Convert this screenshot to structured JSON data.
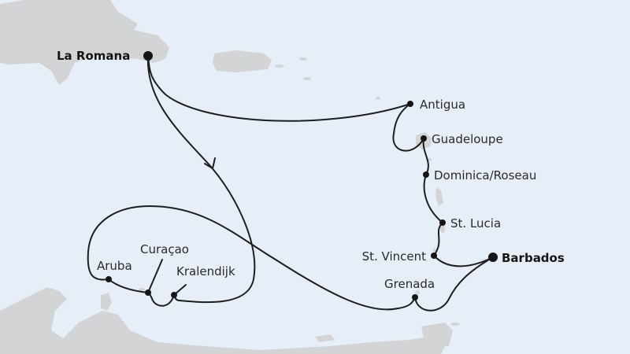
{
  "map": {
    "colors": {
      "sea": "#e6eef8",
      "land": "#d3d4d6",
      "route": "#1e1e1e"
    },
    "route_direction_icon": "arrow-chevron",
    "ports": [
      {
        "id": "la-romana",
        "label": "La Romana",
        "main": true
      },
      {
        "id": "antigua",
        "label": "Antigua",
        "main": false
      },
      {
        "id": "guadeloupe",
        "label": "Guadeloupe",
        "main": false
      },
      {
        "id": "dominica",
        "label": "Dominica/Roseau",
        "main": false
      },
      {
        "id": "st-lucia",
        "label": "St. Lucia",
        "main": false
      },
      {
        "id": "st-vincent",
        "label": "St. Vincent",
        "main": false
      },
      {
        "id": "barbados",
        "label": "Barbados",
        "main": true
      },
      {
        "id": "grenada",
        "label": "Grenada",
        "main": false
      },
      {
        "id": "aruba",
        "label": "Aruba",
        "main": false
      },
      {
        "id": "curacao",
        "label": "Curaçao",
        "main": false
      },
      {
        "id": "kralendijk",
        "label": "Kralendijk",
        "main": false
      }
    ]
  }
}
